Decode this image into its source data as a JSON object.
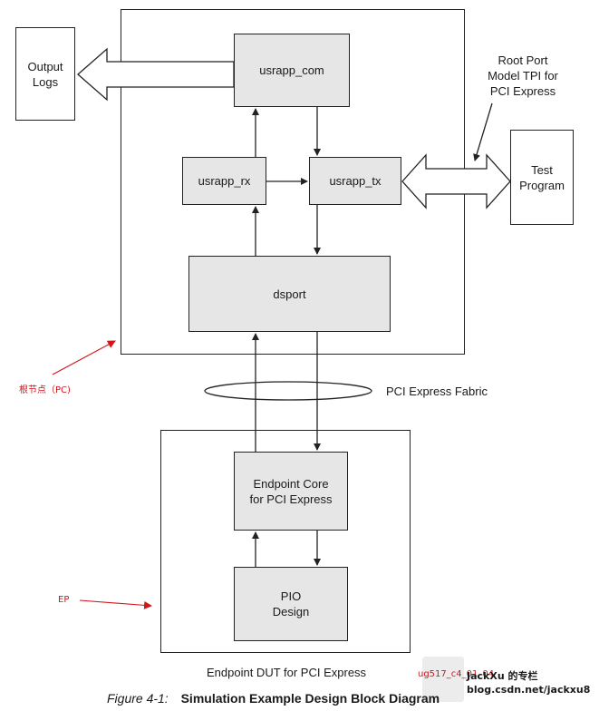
{
  "diagram": {
    "blocks": {
      "output_logs": "Output\nLogs",
      "usrapp_com": "usrapp_com",
      "usrapp_rx": "usrapp_rx",
      "usrapp_tx": "usrapp_tx",
      "dsport": "dsport",
      "test_program": "Test\nProgram",
      "endpoint_core": "Endpoint Core\nfor PCI Express",
      "pio_design": "PIO\nDesign"
    },
    "labels": {
      "root_port_model": "Root Port\nModel TPI for\nPCI Express",
      "fabric": "PCI Express Fabric",
      "endpoint_dut": "Endpoint DUT for PCI Express"
    },
    "annotations": {
      "root_node": "根节点（PC)",
      "ep": "EP"
    },
    "caption": {
      "figure_number": "Figure 4-1:",
      "title": "Simulation Example Design Block Diagram"
    },
    "watermark": {
      "author": "JackXu 的专栏",
      "url": "blog.csdn.net/jackxu8",
      "doc_ref": "ug517_c4_01_04"
    },
    "colors": {
      "block_fill": "#e6e6e6",
      "line": "#222222",
      "annotation_red": "#d0151b"
    }
  }
}
